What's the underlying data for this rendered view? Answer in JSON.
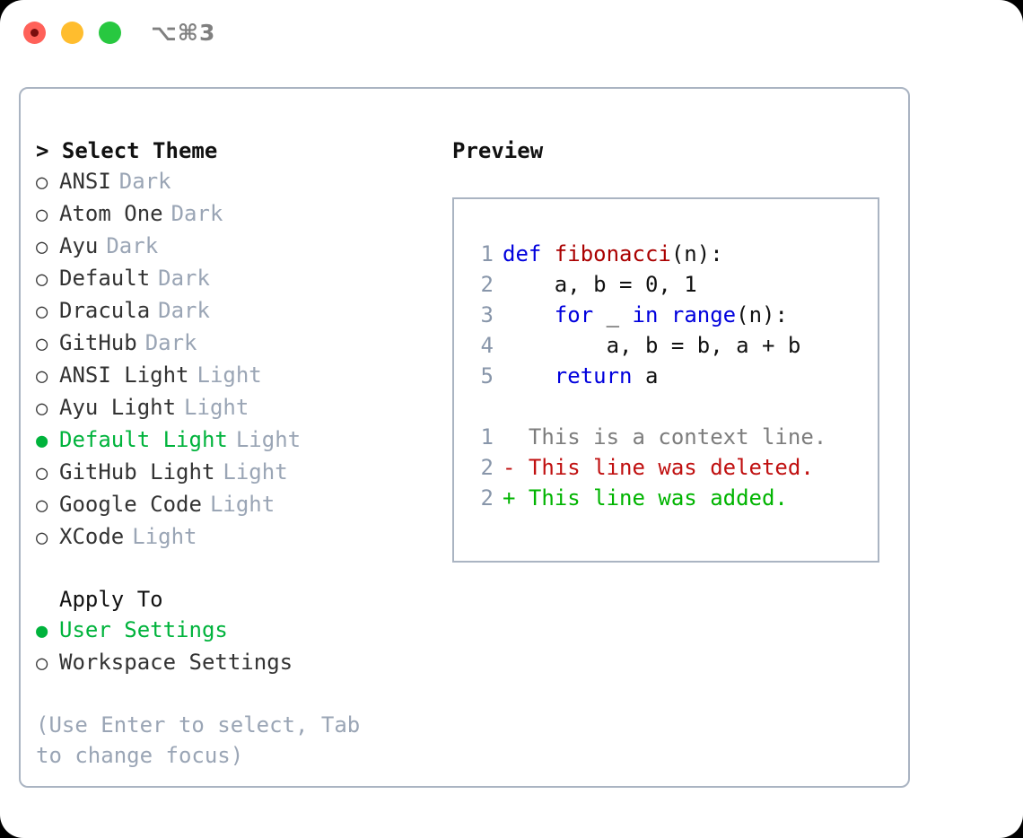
{
  "window": {
    "title": "⌥⌘3",
    "traffic_lights": [
      {
        "name": "close",
        "color": "#ff6159"
      },
      {
        "name": "minimize",
        "color": "#ffbd2e"
      },
      {
        "name": "maximize",
        "color": "#28c840"
      }
    ]
  },
  "colors": {
    "selected_green": "#00b33c",
    "muted": "#9aa5b5",
    "border": "#aab4c2",
    "keyword_blue": "#0000dd",
    "function_red": "#aa0000",
    "diff_deleted": "#c01010",
    "diff_added": "#00b400",
    "diff_context": "#7d7d7d",
    "lineno": "#8896aa"
  },
  "theme_picker": {
    "header": "> Select Theme",
    "bullet_unselected": "○",
    "bullet_selected": "●",
    "items": [
      {
        "label": "ANSI",
        "kind": "Dark",
        "selected": false
      },
      {
        "label": "Atom One",
        "kind": "Dark",
        "selected": false
      },
      {
        "label": "Ayu",
        "kind": "Dark",
        "selected": false
      },
      {
        "label": "Default",
        "kind": "Dark",
        "selected": false
      },
      {
        "label": "Dracula",
        "kind": "Dark",
        "selected": false
      },
      {
        "label": "GitHub",
        "kind": "Dark",
        "selected": false
      },
      {
        "label": "ANSI Light",
        "kind": "Light",
        "selected": false
      },
      {
        "label": "Ayu Light",
        "kind": "Light",
        "selected": false
      },
      {
        "label": "Default Light",
        "kind": "Light",
        "selected": true
      },
      {
        "label": "GitHub Light",
        "kind": "Light",
        "selected": false
      },
      {
        "label": "Google Code",
        "kind": "Light",
        "selected": false
      },
      {
        "label": "XCode",
        "kind": "Light",
        "selected": false
      }
    ]
  },
  "apply_to": {
    "header": "Apply To",
    "items": [
      {
        "label": "User Settings",
        "selected": true
      },
      {
        "label": "Workspace Settings",
        "selected": false
      }
    ]
  },
  "hint": "(Use Enter to select, Tab to change focus)",
  "preview": {
    "title": "Preview",
    "code_lines": [
      {
        "no": "1",
        "tokens": [
          {
            "text": "def ",
            "style": "kw"
          },
          {
            "text": "fibonacci",
            "style": "fn"
          },
          {
            "text": "(n):",
            "style": "plain"
          }
        ]
      },
      {
        "no": "2",
        "tokens": [
          {
            "text": "    a, b = 0, 1",
            "style": "plain"
          }
        ]
      },
      {
        "no": "3",
        "tokens": [
          {
            "text": "    ",
            "style": "plain"
          },
          {
            "text": "for",
            "style": "kw"
          },
          {
            "text": " _ ",
            "style": "plain"
          },
          {
            "text": "in",
            "style": "kw"
          },
          {
            "text": " ",
            "style": "plain"
          },
          {
            "text": "range",
            "style": "kw"
          },
          {
            "text": "(n):",
            "style": "plain"
          }
        ]
      },
      {
        "no": "4",
        "tokens": [
          {
            "text": "        a, b = b, a + b",
            "style": "plain"
          }
        ]
      },
      {
        "no": "5",
        "tokens": [
          {
            "text": "    ",
            "style": "plain"
          },
          {
            "text": "return",
            "style": "kw"
          },
          {
            "text": " a",
            "style": "plain"
          }
        ]
      }
    ],
    "diff_lines": [
      {
        "no": "1",
        "marker": " ",
        "text": "  This is a context line.",
        "kind": "ctx"
      },
      {
        "no": "2",
        "marker": "-",
        "text": "- This line was deleted.",
        "kind": "del"
      },
      {
        "no": "2",
        "marker": "+",
        "text": "+ This line was added.",
        "kind": "add"
      }
    ]
  }
}
